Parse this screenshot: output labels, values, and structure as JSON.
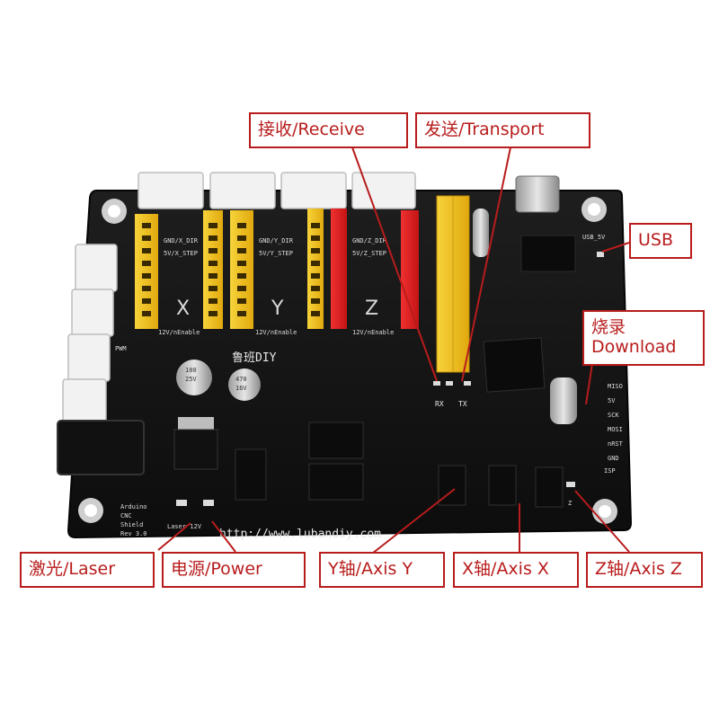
{
  "callouts": {
    "receive": "接收/Receive",
    "transport": "发送/Transport",
    "usb": "USB",
    "download_line1": "烧录",
    "download_line2": "Download",
    "laser": "激光/Laser",
    "power": "电源/Power",
    "axis_y": "Y轴/Axis Y",
    "axis_x": "X轴/Axis X",
    "axis_z": "Z轴/Axis Z"
  },
  "board": {
    "url": "http://www.lubandiy.com",
    "brand": "鲁班DIY",
    "usb_5v": "USB_5V",
    "rx": "RX",
    "tx": "TX",
    "laser_12v": "Laser 12V",
    "arduino_text": [
      "Arduino",
      "CNC",
      "Shield",
      "Rev 3.0"
    ],
    "driver_x": {
      "dir": "GND/X_DIR",
      "step": "5V/X_STEP",
      "enable": "12V/nEnable",
      "letter": "X"
    },
    "driver_y": {
      "dir": "GND/Y_DIR",
      "step": "5V/Y_STEP",
      "enable": "12V/nEnable",
      "letter": "Y"
    },
    "driver_z": {
      "dir": "GND/Z_DIR",
      "step": "5V/Z_STEP",
      "enable": "12V/nEnable",
      "letter": "Z"
    },
    "isp_pins": [
      "MISO",
      "5V",
      "SCK",
      "MOSI",
      "nRST",
      "GND"
    ],
    "isp_label": "ISP",
    "cap_label": [
      "100",
      "25V"
    ],
    "cap2_label": [
      "470",
      "16V"
    ],
    "pwm": "PWM",
    "z_label": "Z"
  },
  "colors": {
    "pcb": "#151515",
    "callout_red": "#b81c1c",
    "header_yellow": "#f2c21a",
    "header_red": "#e02020",
    "connector_white": "#f2f2f2"
  }
}
